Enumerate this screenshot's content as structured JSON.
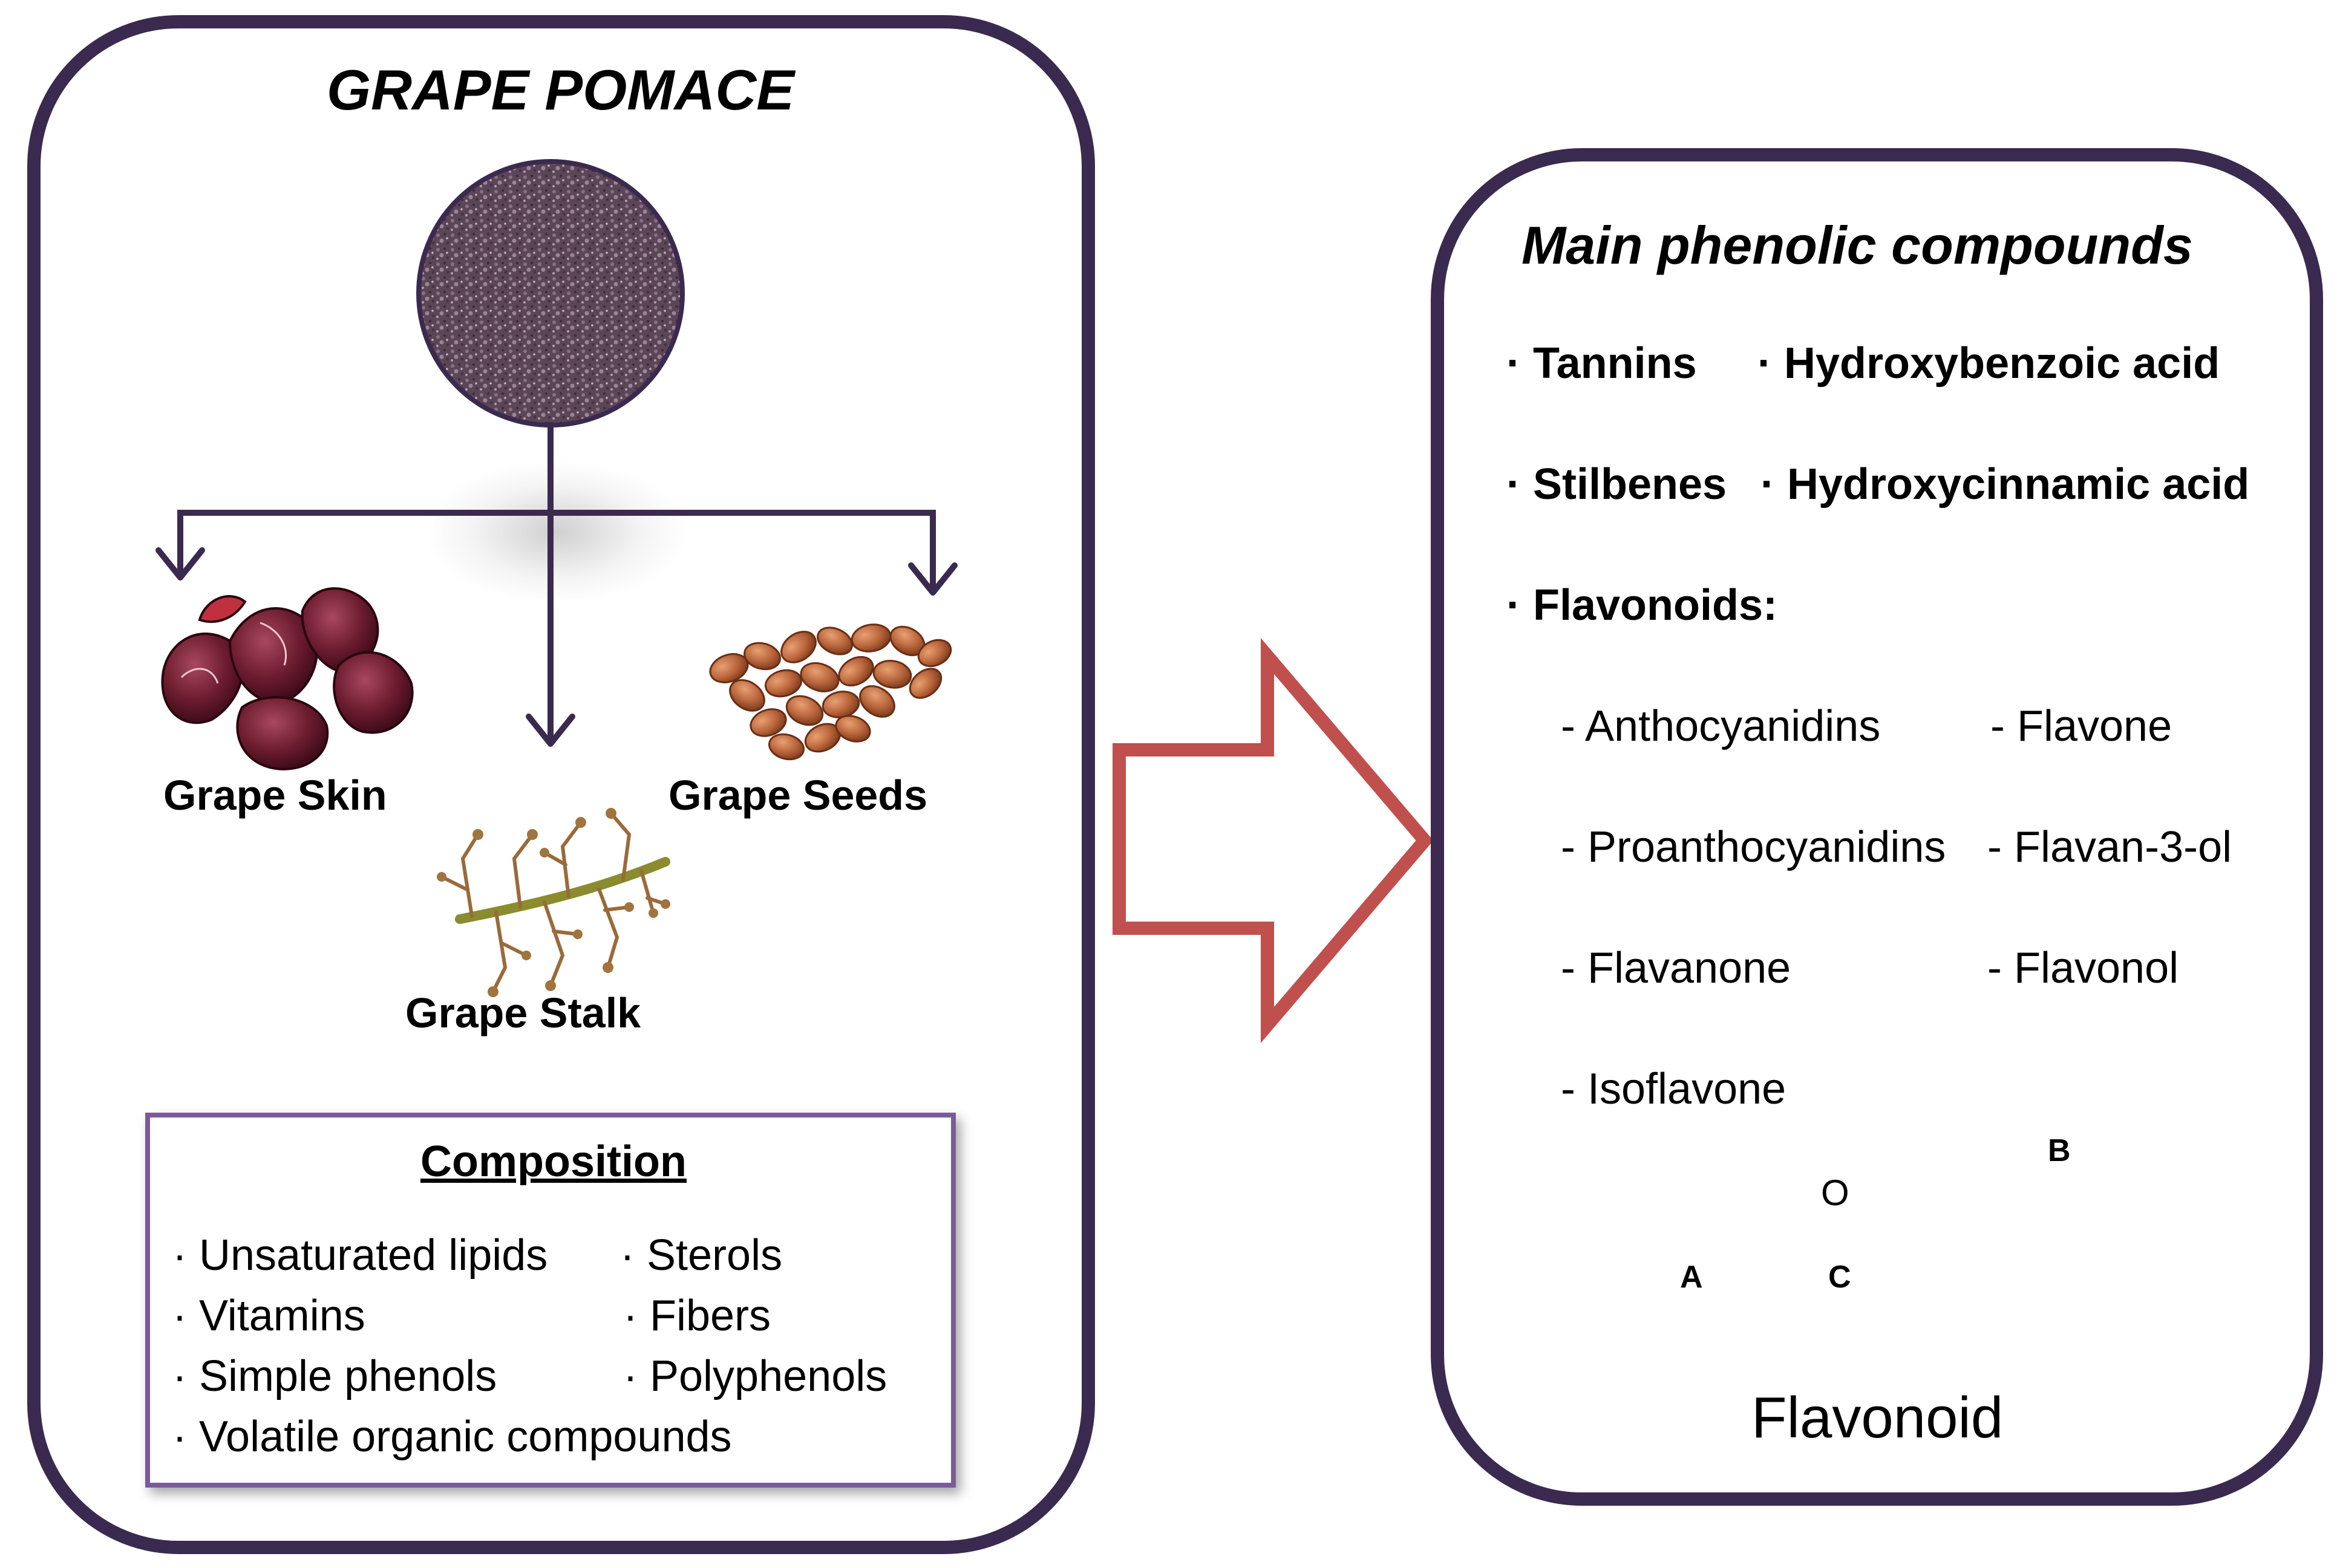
{
  "left_panel": {
    "title": "GRAPE POMACE",
    "labels": {
      "skin": "Grape Skin",
      "seeds": "Grape Seeds",
      "stalk": "Grape Stalk"
    },
    "composition": {
      "heading": "Composition",
      "items": [
        "· Unsaturated lipids",
        "· Sterols",
        "·  Vitamins",
        "· Fibers",
        "·  Simple phenols",
        "· Polyphenols",
        "·  Volatile organic compounds"
      ]
    }
  },
  "right_panel": {
    "title": "Main phenolic compounds",
    "main_items": [
      "·  Tannins",
      "· Hydroxybenzoic acid",
      "·  Stilbenes",
      "· Hydroxycinnamic acid",
      "·  Flavonoids:"
    ],
    "flavonoid_subtypes": [
      "- Anthocyanidins",
      "- Flavone",
      "- Proanthocyanidins",
      "- Flavan-3-ol",
      "- Flavanone",
      "- Flavonol",
      "- Isoflavone"
    ],
    "structure": {
      "ring_a": "A",
      "ring_b": "B",
      "ring_c": "C",
      "oxygen": "O",
      "caption": "Flavonoid"
    }
  },
  "colors": {
    "panel_border": "#3b2a4f",
    "arrow_outline": "#c0504d",
    "composition_border": "#7a5b99",
    "connector": "#3b2a4f"
  }
}
